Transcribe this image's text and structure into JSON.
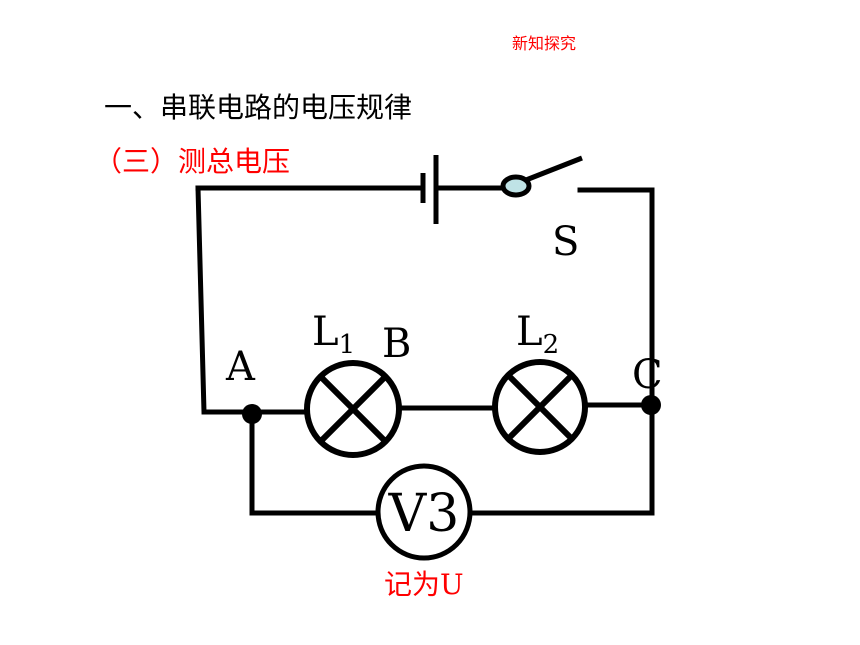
{
  "header": {
    "label": "新知探究"
  },
  "section": {
    "title": "一、串联电路的电压规律"
  },
  "subsection": {
    "title": "（三）测总电压"
  },
  "circuit": {
    "switch_label": "S",
    "node_a": "A",
    "node_b": "B",
    "node_c": "C",
    "lamp1": {
      "letter": "L",
      "sub": "1"
    },
    "lamp2": {
      "letter": "L",
      "sub": "2"
    },
    "voltmeter": {
      "label": "V3"
    }
  },
  "caption": {
    "text_cn": "记为",
    "text_var": "U"
  },
  "colors": {
    "accent": "#ff0000",
    "wire": "#000000",
    "switch_pivot": "#bfe3e6"
  }
}
